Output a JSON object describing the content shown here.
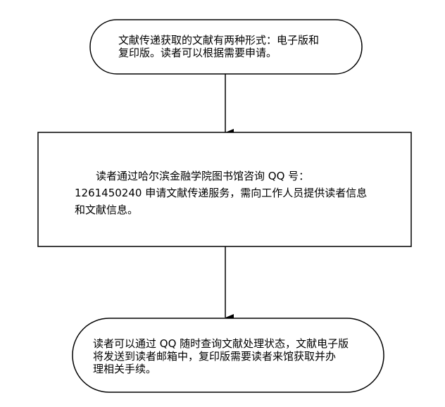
{
  "steps": [
    {
      "lines": [
        "文献传递获取的文献有两种形式：电子版和",
        "复印版。读者可以根据需要申请。"
      ]
    },
    {
      "lines": [
        "　　读者通过哈尔滨金融学院图书馆咨询 QQ 号：",
        "1261450240 申请文献传递服务，需向工作人员提供读者信息",
        "和文献信息。"
      ]
    },
    {
      "lines": [
        "读者可以通过 QQ 随时查询文献处理状态，文献电子版",
        "将发送到读者邮箱中，复印版需要读者来馆获取并办",
        "理相关手续。"
      ]
    }
  ]
}
